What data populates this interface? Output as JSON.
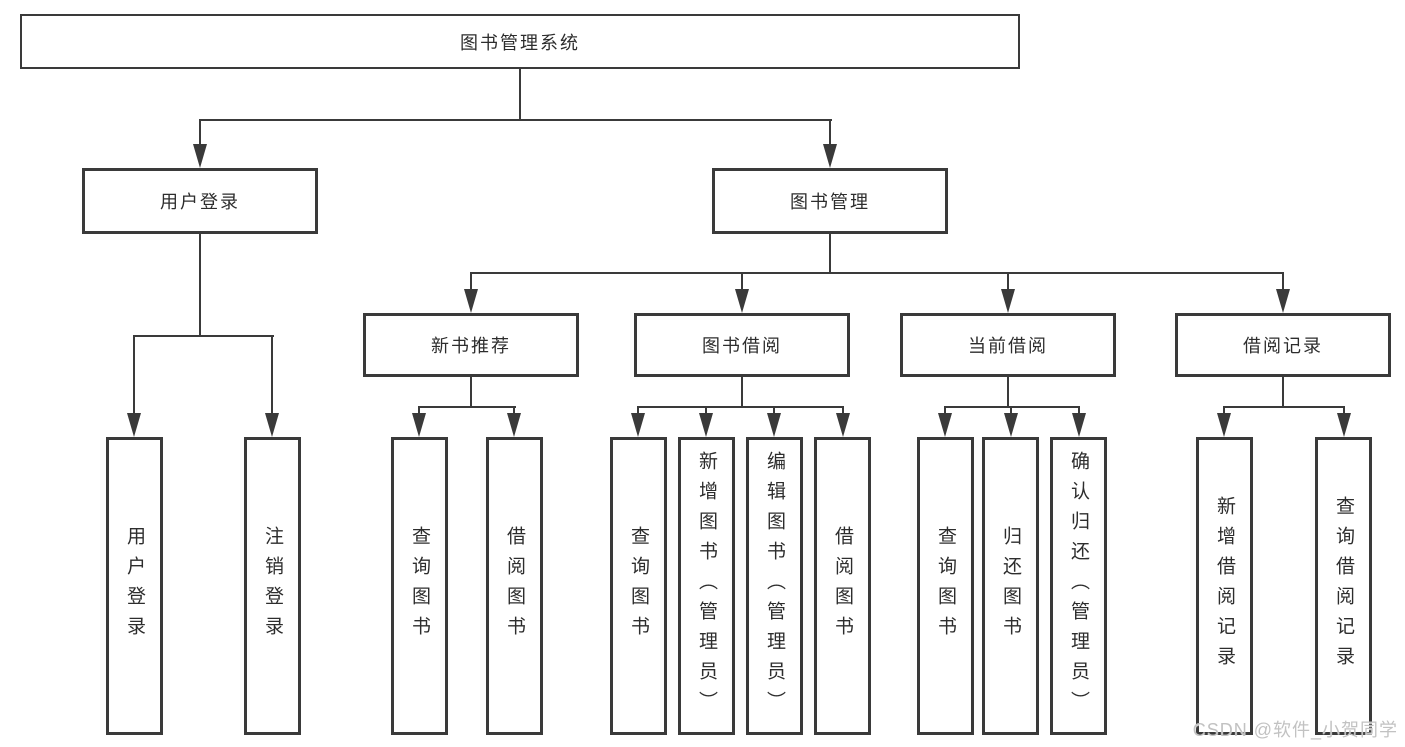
{
  "meta": {
    "diagram_type": "feature-hierarchy-tree",
    "line_color": "#3a3a3a",
    "text_color": "#2d2d2d",
    "watermark_color": "#c2c2c2",
    "background_color": "#ffffff"
  },
  "root": {
    "label": "图书管理系统"
  },
  "branches": [
    {
      "label": "用户登录",
      "children": [
        {
          "label": "用户登录"
        },
        {
          "label": "注销登录"
        }
      ]
    },
    {
      "label": "图书管理",
      "children": [
        {
          "label": "新书推荐",
          "children": [
            {
              "label": "查询图书"
            },
            {
              "label": "借阅图书"
            }
          ]
        },
        {
          "label": "图书借阅",
          "children": [
            {
              "label": "查询图书"
            },
            {
              "label": "新增图书（管理员）"
            },
            {
              "label": "编辑图书（管理员）"
            },
            {
              "label": "借阅图书"
            }
          ]
        },
        {
          "label": "当前借阅",
          "children": [
            {
              "label": "查询图书"
            },
            {
              "label": "归还图书"
            },
            {
              "label": "确认归还（管理员）"
            }
          ]
        },
        {
          "label": "借阅记录",
          "children": [
            {
              "label": "新增借阅记录"
            },
            {
              "label": "查询借阅记录"
            }
          ]
        }
      ]
    }
  ],
  "watermark": "CSDN @软件_小贺同学"
}
